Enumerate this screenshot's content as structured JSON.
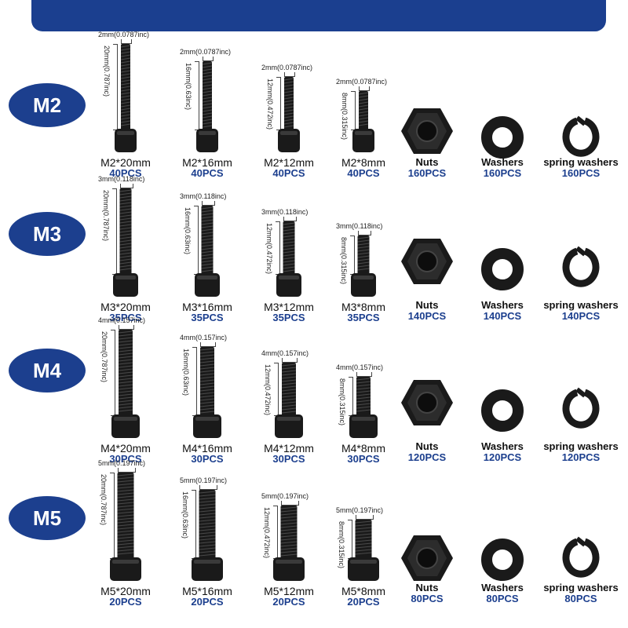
{
  "colors": {
    "accent": "#1c3f8e",
    "hardware": "#1a1a1a"
  },
  "rows": [
    {
      "size": "M2",
      "screws": [
        {
          "thread": "2mm(0.0787inc)",
          "length": "20mm(0.787inc)",
          "name": "M2*20mm",
          "count": "40PCS"
        },
        {
          "thread": "2mm(0.0787inc)",
          "length": "16mm(0.63inc)",
          "name": "M2*16mm",
          "count": "40PCS"
        },
        {
          "thread": "2mm(0.0787inc)",
          "length": "12mm(0.472inc)",
          "name": "M2*12mm",
          "count": "40PCS"
        },
        {
          "thread": "2mm(0.0787inc)",
          "length": "8mm(0.315inc)",
          "name": "M2*8mm",
          "count": "40PCS"
        }
      ],
      "nuts": {
        "label": "Nuts",
        "count": "160PCS"
      },
      "washers": {
        "label": "Washers",
        "count": "160PCS"
      },
      "spring": {
        "label": "spring washers",
        "count": "160PCS"
      }
    },
    {
      "size": "M3",
      "screws": [
        {
          "thread": "3mm(0.118inc)",
          "length": "20mm(0.787inc)",
          "name": "M3*20mm",
          "count": "35PCS"
        },
        {
          "thread": "3mm(0.118inc)",
          "length": "16mm(0.63inc)",
          "name": "M3*16mm",
          "count": "35PCS"
        },
        {
          "thread": "3mm(0.118inc)",
          "length": "12mm(0.472inc)",
          "name": "M3*12mm",
          "count": "35PCS"
        },
        {
          "thread": "3mm(0.118inc)",
          "length": "8mm(0.315inc)",
          "name": "M3*8mm",
          "count": "35PCS"
        }
      ],
      "nuts": {
        "label": "Nuts",
        "count": "140PCS"
      },
      "washers": {
        "label": "Washers",
        "count": "140PCS"
      },
      "spring": {
        "label": "spring washers",
        "count": "140PCS"
      }
    },
    {
      "size": "M4",
      "screws": [
        {
          "thread": "4mm(0.157inc)",
          "length": "20mm(0.787inc)",
          "name": "M4*20mm",
          "count": "30PCS"
        },
        {
          "thread": "4mm(0.157inc)",
          "length": "16mm(0.63inc)",
          "name": "M4*16mm",
          "count": "30PCS"
        },
        {
          "thread": "4mm(0.157inc)",
          "length": "12mm(0.472inc)",
          "name": "M4*12mm",
          "count": "30PCS"
        },
        {
          "thread": "4mm(0.157inc)",
          "length": "8mm(0.315inc)",
          "name": "M4*8mm",
          "count": "30PCS"
        }
      ],
      "nuts": {
        "label": "Nuts",
        "count": "120PCS"
      },
      "washers": {
        "label": "Washers",
        "count": "120PCS"
      },
      "spring": {
        "label": "spring washers",
        "count": "120PCS"
      }
    },
    {
      "size": "M5",
      "screws": [
        {
          "thread": "5mm(0.197inc)",
          "length": "20mm(0.787inc)",
          "name": "M5*20mm",
          "count": "20PCS"
        },
        {
          "thread": "5mm(0.197inc)",
          "length": "16mm(0.63inc)",
          "name": "M5*16mm",
          "count": "20PCS"
        },
        {
          "thread": "5mm(0.197inc)",
          "length": "12mm(0.472inc)",
          "name": "M5*12mm",
          "count": "20PCS"
        },
        {
          "thread": "5mm(0.197inc)",
          "length": "8mm(0.315inc)",
          "name": "M5*8mm",
          "count": "20PCS"
        }
      ],
      "nuts": {
        "label": "Nuts",
        "count": "80PCS"
      },
      "washers": {
        "label": "Washers",
        "count": "80PCS"
      },
      "spring": {
        "label": "spring washers",
        "count": "80PCS"
      }
    }
  ]
}
